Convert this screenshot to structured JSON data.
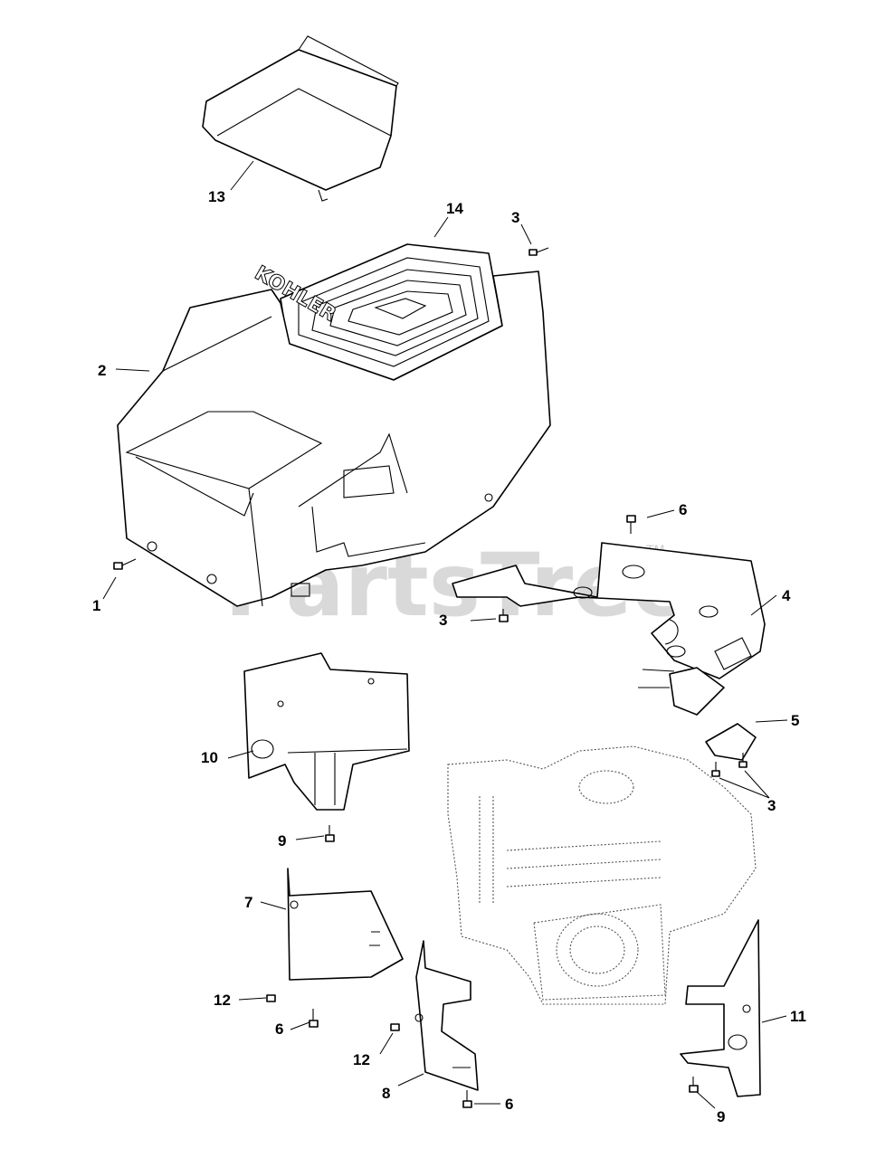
{
  "diagram": {
    "watermark": "PartsTree",
    "watermark_tm": "TM",
    "brand_label": "KOHLER",
    "callouts": [
      {
        "id": "c13",
        "text": "13"
      },
      {
        "id": "c14",
        "text": "14"
      },
      {
        "id": "c3a",
        "text": "3"
      },
      {
        "id": "c2",
        "text": "2"
      },
      {
        "id": "c6a",
        "text": "6"
      },
      {
        "id": "c1",
        "text": "1"
      },
      {
        "id": "c4",
        "text": "4"
      },
      {
        "id": "c3b",
        "text": "3"
      },
      {
        "id": "c5",
        "text": "5"
      },
      {
        "id": "c10",
        "text": "10"
      },
      {
        "id": "c3c",
        "text": "3"
      },
      {
        "id": "c9a",
        "text": "9"
      },
      {
        "id": "c7",
        "text": "7"
      },
      {
        "id": "c12a",
        "text": "12"
      },
      {
        "id": "c6b",
        "text": "6"
      },
      {
        "id": "c11",
        "text": "11"
      },
      {
        "id": "c12b",
        "text": "12"
      },
      {
        "id": "c8",
        "text": "8"
      },
      {
        "id": "c6c",
        "text": "6"
      },
      {
        "id": "c9b",
        "text": "9"
      }
    ]
  }
}
